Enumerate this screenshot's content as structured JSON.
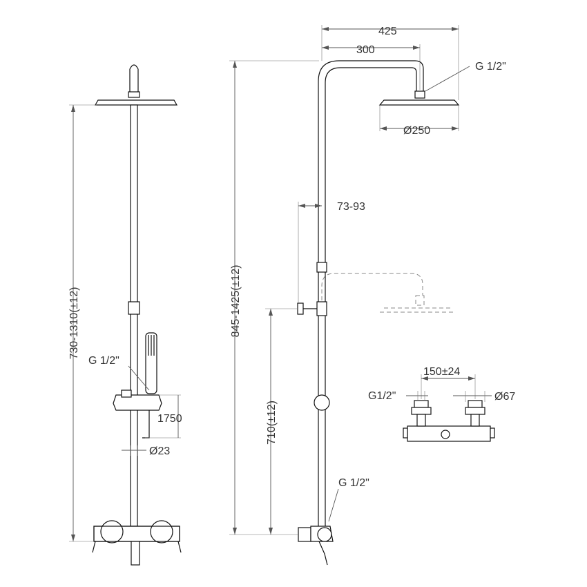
{
  "left_view": {
    "height_range": "730-1310(±12)",
    "handshower_thread": "G 1/2\"",
    "hose_length": "1750",
    "bar_diameter": "Ø23"
  },
  "middle_view": {
    "arm_projection": "425",
    "arm_offset": "300",
    "head_thread": "G 1/2\"",
    "head_diameter": "Ø250",
    "bracket_offset": "73-93",
    "total_height": "845-1425(±12)",
    "bracket_height": "710(±12)",
    "inlet_thread": "G 1/2\""
  },
  "detail_view": {
    "center_distance": "150±24",
    "inlet_thread": "G1/2\"",
    "cover_diameter": "Ø67"
  }
}
